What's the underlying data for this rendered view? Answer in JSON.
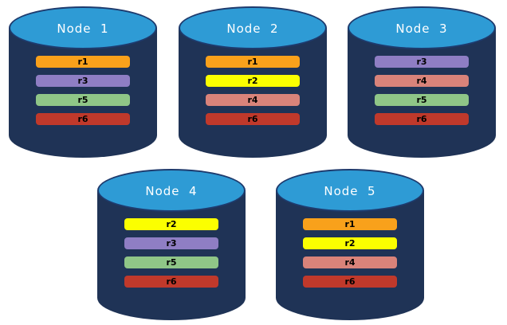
{
  "colors": {
    "background": "#ffffff",
    "cylinder_body": "#1F3356",
    "cylinder_top_fill": "#2E9BD5",
    "cylinder_top_stroke": "#1E3B6E",
    "node_label_text": "#ffffff",
    "bar_label_text": "#000000",
    "replica_r1": "#F9A11B",
    "replica_r2": "#FBFF00",
    "replica_r3": "#8F7EC4",
    "replica_r4": "#D9837A",
    "replica_r5": "#8FC687",
    "replica_r6": "#C0392B"
  },
  "nodes": [
    {
      "label": "Node  1",
      "replicas": [
        "r1",
        "r3",
        "r5",
        "r6"
      ]
    },
    {
      "label": "Node  2",
      "replicas": [
        "r1",
        "r2",
        "r4",
        "r6"
      ]
    },
    {
      "label": "Node  3",
      "replicas": [
        "r3",
        "r4",
        "r5",
        "r6"
      ]
    },
    {
      "label": "Node  4",
      "replicas": [
        "r2",
        "r3",
        "r5",
        "r6"
      ]
    },
    {
      "label": "Node  5",
      "replicas": [
        "r1",
        "r2",
        "r4",
        "r6"
      ]
    }
  ]
}
